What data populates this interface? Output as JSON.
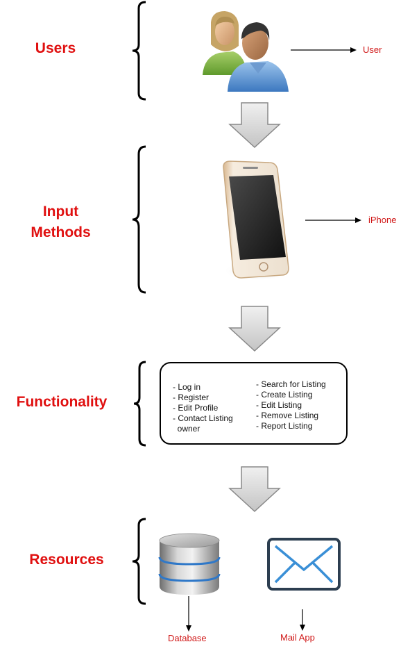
{
  "sections": {
    "users": {
      "label": "Users",
      "output": "User"
    },
    "input_methods": {
      "label_line1": "Input",
      "label_line2": "Methods",
      "output": "iPhone"
    },
    "functionality": {
      "label": "Functionality",
      "left_items": [
        "- Log in",
        "- Register",
        "- Edit Profile",
        "- Contact Listing",
        "  owner"
      ],
      "right_items": [
        "- Search for Listing",
        "- Create Listing",
        "- Edit Listing",
        "- Remove Listing",
        "- Report Listing"
      ]
    },
    "resources": {
      "label": "Resources",
      "database_label": "Database",
      "mail_label": "Mail App"
    }
  },
  "colors": {
    "label": "#e01010",
    "output_label": "#d01818",
    "arrow_fill": "#d4d4d4",
    "mail_border": "#2c3e50",
    "mail_lines": "#3a8fd6"
  },
  "icons": [
    "users-icon",
    "iphone-icon",
    "database-icon",
    "mail-icon"
  ]
}
